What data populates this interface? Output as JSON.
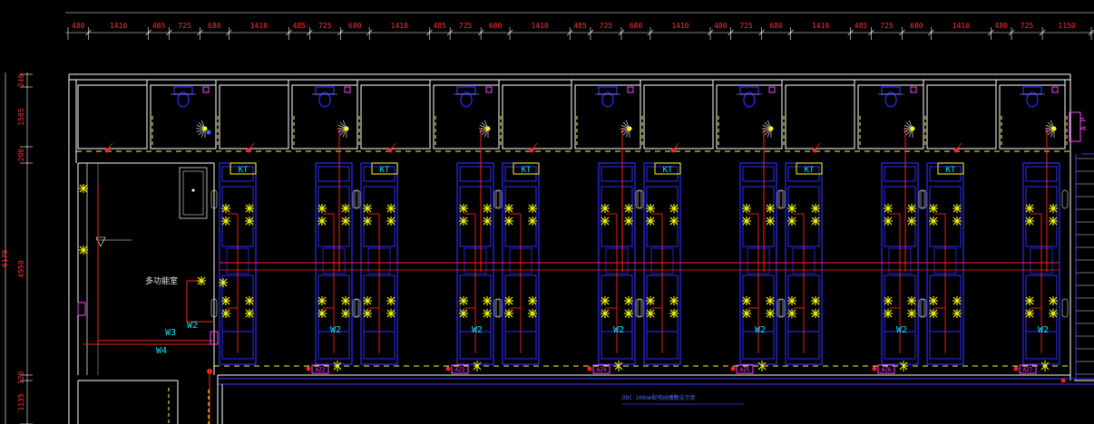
{
  "top_dimensions": [
    "480",
    "1410",
    "485",
    "725",
    "680",
    "1410",
    "485",
    "725",
    "680",
    "1410",
    "485",
    "725",
    "680",
    "1410",
    "485",
    "725",
    "680",
    "1410",
    "480",
    "725",
    "680",
    "1410",
    "485",
    "725",
    "680",
    "1410",
    "480",
    "725",
    "1150"
  ],
  "left_dimensions": [
    "240",
    "1505",
    "200",
    "4950",
    "120",
    "1135"
  ],
  "left_total": "6170",
  "room_label": "多功能室",
  "wire_labels": {
    "w3": "W3",
    "w4": "W4",
    "w2_left": "W2",
    "w2": "W2"
  },
  "kt_label": "KT",
  "panel_labels": [
    "AZ2",
    "AZ3",
    "AZ4",
    "AZ5",
    "AZ6",
    "AZ7"
  ],
  "side_label": "A P",
  "cable_note": "DDC-100mm配电线槽敷设示意",
  "colors": {
    "wall": "#ffffff",
    "furniture": "#2b2bff",
    "wire": "#ff2020",
    "light": "#ffff00",
    "label": "#00e5ff",
    "panel": "#ff40ff",
    "dimension": "#ff3030",
    "dash": "#ffff40"
  }
}
